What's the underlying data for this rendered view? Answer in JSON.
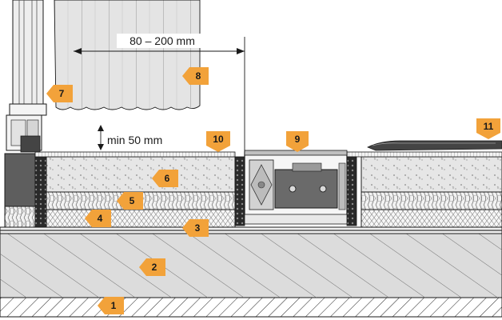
{
  "dimensions": {
    "width_range": "80 – 200 mm",
    "min_height": "min 50 mm"
  },
  "callouts": [
    {
      "number": "1",
      "component": "base-slab-ground"
    },
    {
      "number": "2",
      "component": "concrete-slab"
    },
    {
      "number": "3",
      "component": "separation-layer"
    },
    {
      "number": "4",
      "component": "impact-sound-insulation"
    },
    {
      "number": "5",
      "component": "thermal-insulation"
    },
    {
      "number": "6",
      "component": "screed"
    },
    {
      "number": "7",
      "component": "window-frame"
    },
    {
      "number": "8",
      "component": "curtain"
    },
    {
      "number": "9",
      "component": "trench-heater-unit"
    },
    {
      "number": "10",
      "component": "floor-covering"
    },
    {
      "number": "11",
      "component": "connection-pipes"
    }
  ],
  "colors": {
    "tag": "#f2a23a",
    "line": "#1a1a1a",
    "gray": "#d8d8d8",
    "light_gray": "#ececec",
    "mid_gray": "#9b9b9b",
    "dark": "#555555",
    "curtain": "#e3e3e3"
  }
}
